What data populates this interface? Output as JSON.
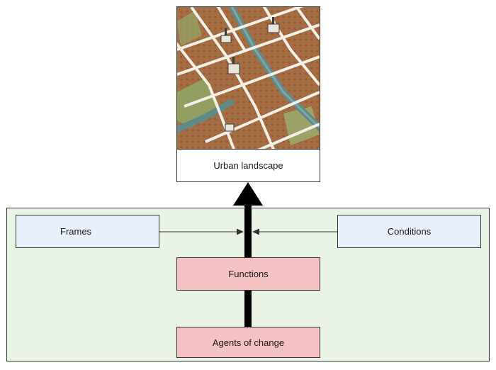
{
  "diagram": {
    "landscape_label": "Urban landscape",
    "frames_label": "Frames",
    "conditions_label": "Conditions",
    "functions_label": "Functions",
    "agents_label": "Agents of change",
    "map_icon": "historic-city-map-image"
  },
  "colors": {
    "context_panel": "#eaf4e6",
    "input_boxes": "#eaf0fa",
    "process_boxes": "#f4c2c2",
    "main_arrow": "#000000"
  }
}
